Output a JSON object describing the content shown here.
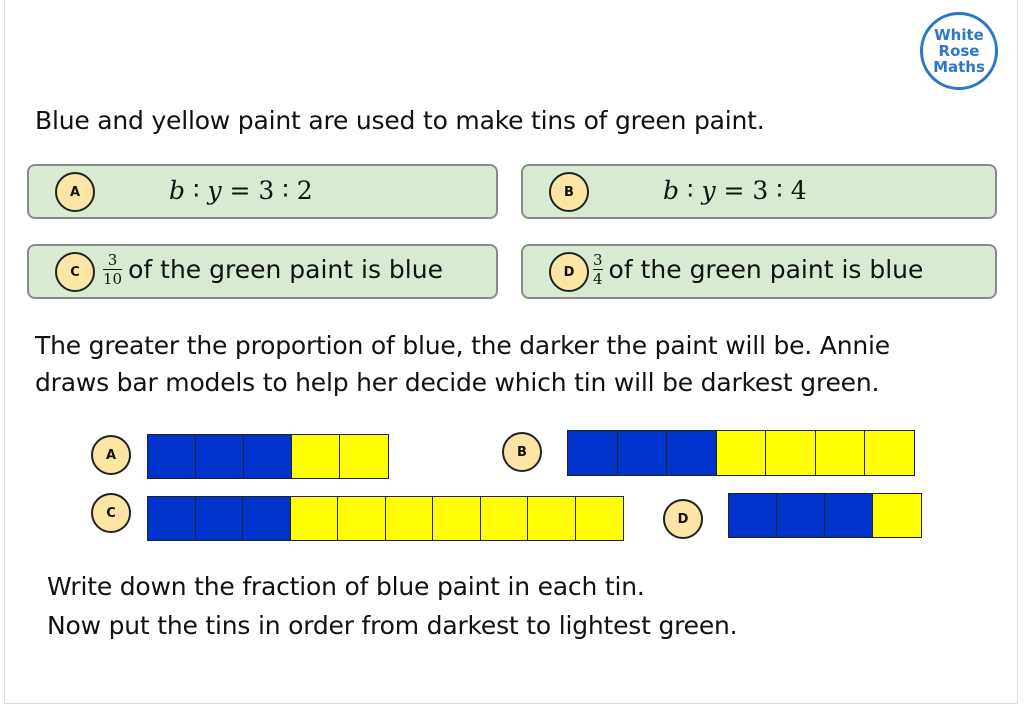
{
  "logo": {
    "line1": "White",
    "line2": "Rose",
    "line3": "Maths"
  },
  "intro": "Blue and yellow paint are used to make tins of green paint.",
  "options": {
    "A": {
      "label": "A",
      "left": "b",
      "sep1": "∶",
      "right": "y",
      "eq": "=",
      "n1": "3",
      "sep2": "∶",
      "n2": "2"
    },
    "B": {
      "label": "B",
      "left": "b",
      "sep1": "∶",
      "right": "y",
      "eq": "=",
      "n1": "3",
      "sep2": "∶",
      "n2": "4"
    },
    "C": {
      "label": "C",
      "numerator": "3",
      "denominator": "10",
      "text": "of the green paint is blue"
    },
    "D": {
      "label": "D",
      "numerator": "3",
      "denominator": "4",
      "text": "of the green paint is blue"
    }
  },
  "paragraph": {
    "line1": "The greater the proportion of blue, the darker the paint will be. Annie",
    "line2": "draws bar models to help her decide which tin will be darkest green."
  },
  "bar_models": {
    "colors": {
      "blue": "#0033cc",
      "yellow": "#ffff00"
    },
    "A": {
      "label": "A",
      "cells": [
        "blue",
        "blue",
        "blue",
        "yellow",
        "yellow"
      ]
    },
    "B": {
      "label": "B",
      "cells": [
        "blue",
        "blue",
        "blue",
        "yellow",
        "yellow",
        "yellow",
        "yellow"
      ]
    },
    "C": {
      "label": "C",
      "cells": [
        "blue",
        "blue",
        "blue",
        "yellow",
        "yellow",
        "yellow",
        "yellow",
        "yellow",
        "yellow",
        "yellow"
      ]
    },
    "D": {
      "label": "D",
      "cells": [
        "blue",
        "blue",
        "blue",
        "yellow"
      ]
    }
  },
  "instructions": {
    "line1": "Write down the fraction of blue paint in each tin.",
    "line2": "Now put the tins in order from darkest to lightest green."
  }
}
